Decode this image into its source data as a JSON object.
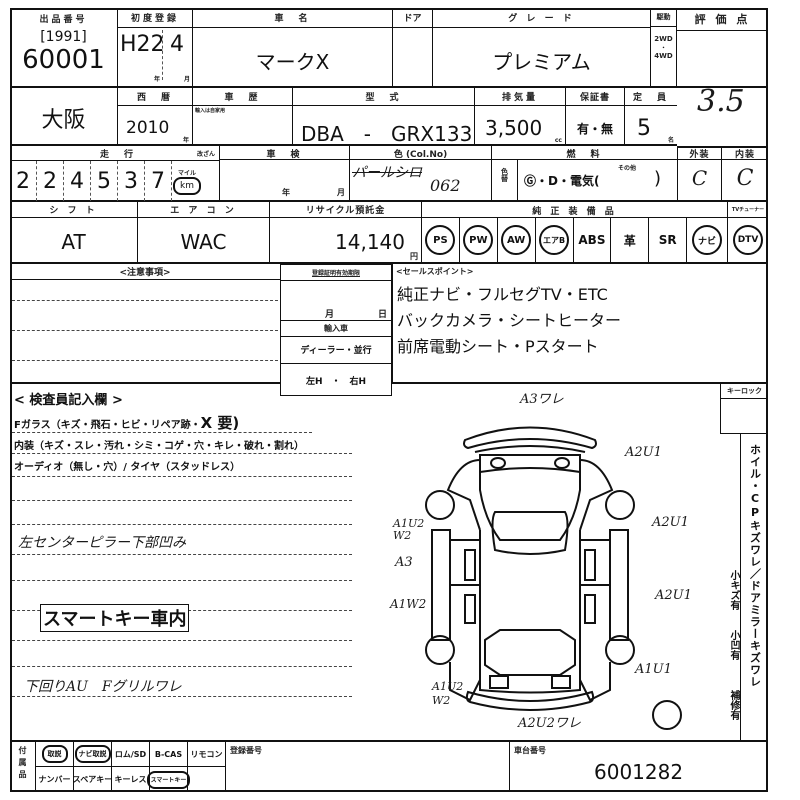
{
  "header": {
    "lot_label": "出品番号",
    "lot_year": "[1991]",
    "lot_number": "60001",
    "first_reg_label": "初度登録",
    "first_reg_year": "H22",
    "first_reg_month": "4",
    "year_unit": "年",
    "month_unit": "月",
    "car_name_label": "車　名",
    "car_name": "マークX",
    "door_label": "ドア",
    "grade_label": "グ レ ー ド",
    "grade": "プレミアム",
    "drive_label": "駆動",
    "drive_2wd": "2WD",
    "drive_dot": "・",
    "drive_4wd": "4WD",
    "score_label": "評 価 点",
    "score": "3.5"
  },
  "row2": {
    "location": "大阪",
    "western_year_label": "西　暦",
    "western_year": "2010",
    "history_label": "車　歴",
    "history_note": "輸入は自家用",
    "model_label": "型　式",
    "model": "DBA　-　GRX133",
    "displacement_label": "排気量",
    "displacement": "3,500",
    "displacement_unit": "cc",
    "warranty_label": "保証書",
    "warranty": "有・無",
    "capacity_label": "定　員",
    "capacity": "5",
    "capacity_unit": "名"
  },
  "row3": {
    "mileage_label": "走　行",
    "meter_change_label": "改ざん",
    "mileage_digits": [
      "2",
      "2",
      "4",
      "5",
      "3",
      "7"
    ],
    "mile_label": "マイル",
    "km_label": "km",
    "inspection_label": "車　検",
    "inspection_year_unit": "年",
    "inspection_month_unit": "月",
    "color_label": "色 (Col.No)",
    "color_handwritten": "パールシロ",
    "color_code": "062",
    "color_change_label": "色替",
    "fuel_label": "燃　料",
    "fuel_options": "Ⓖ・D・電気(",
    "fuel_other_label": "その他",
    "fuel_close": ")",
    "exterior_label": "外装",
    "exterior_grade": "C",
    "interior_label": "内装",
    "interior_grade": "C"
  },
  "row4": {
    "shift_label": "シ フ ト",
    "shift": "AT",
    "aircon_label": "エ ア コ ン",
    "aircon": "WAC",
    "recycle_label": "リサイクル預託金",
    "recycle_amount": "14,140",
    "recycle_unit": "円",
    "equipment_label": "純 正 装 備 品",
    "equipment": [
      {
        "label": "PS",
        "circled": true
      },
      {
        "label": "PW",
        "circled": true
      },
      {
        "label": "AW",
        "circled": true
      },
      {
        "label": "エアB",
        "circled": true
      },
      {
        "label": "ABS",
        "circled": false
      },
      {
        "label": "革",
        "circled": false
      },
      {
        "label": "SR",
        "circled": false
      },
      {
        "label": "ナビ",
        "circled": true
      }
    ],
    "tuner_label": "TVチューナー",
    "tuner": "DTV"
  },
  "notes": {
    "caution_label": "<注意事項>",
    "reg_expiry_label": "登録証明有効期限",
    "reg_month": "月",
    "reg_day": "日",
    "import_label": "輸入車",
    "import_type": "ディーラー・並行",
    "steering": "左H　・　右H",
    "sales_label": "<セールスポイント>",
    "sales_points": [
      "純正ナビ・フルセグTV・ETC",
      "バックカメラ・シートヒーター",
      "前席電動シート・Pスタート"
    ]
  },
  "inspector": {
    "label": "< 検査員記入欄 >",
    "lines": [
      "Fガラス（キズ・飛石・ヒビ・リペア跡・",
      "内装（キズ・スレ・汚れ・シミ・コゲ・穴・キレ・破れ・割れ）",
      "オーディオ（無し・穴）/ タイヤ（スタッドレス）"
    ],
    "glass_mark": "X 要)",
    "handwritten_1": "左センターピラー下部凹み",
    "stamp": "スマートキー車内",
    "handwritten_2": "下回りAU　Fグリルワレ"
  },
  "diagram": {
    "marks": [
      {
        "id": "front",
        "text": "A3ワレ"
      },
      {
        "id": "right_front_fender",
        "text": "A2U1"
      },
      {
        "id": "right_front_door",
        "text": "A2U1"
      },
      {
        "id": "left_front_door",
        "text": "A1U2 W2"
      },
      {
        "id": "left_pillar",
        "text": "A3"
      },
      {
        "id": "left_rear_door",
        "text": "A1W2"
      },
      {
        "id": "right_rear_door",
        "text": "A2U1"
      },
      {
        "id": "right_rear_fender",
        "text": "A1U1"
      },
      {
        "id": "left_rear_fender",
        "text": "A1U2 W2"
      },
      {
        "id": "rear",
        "text": "A2U2ワレ"
      }
    ]
  },
  "side": {
    "key_lock_label": "キーロック",
    "wheel_note": "ホイル・CPキズワレ／ドアミラーキズワレ",
    "scale_1": "小キズ有",
    "scale_2": "小凹有",
    "scale_3": "補修有"
  },
  "footer": {
    "accessories_label": "付属品",
    "row1": [
      "取説",
      "ナビ取説",
      "ロム/SD",
      "B-CAS",
      "リモコン"
    ],
    "row2": [
      "ナンバー",
      "スペアキー",
      "キーレス",
      "スマートキー",
      ""
    ],
    "reg_number_label": "登録番号",
    "chassis_label": "車台番号",
    "chassis_number": "6001282"
  }
}
